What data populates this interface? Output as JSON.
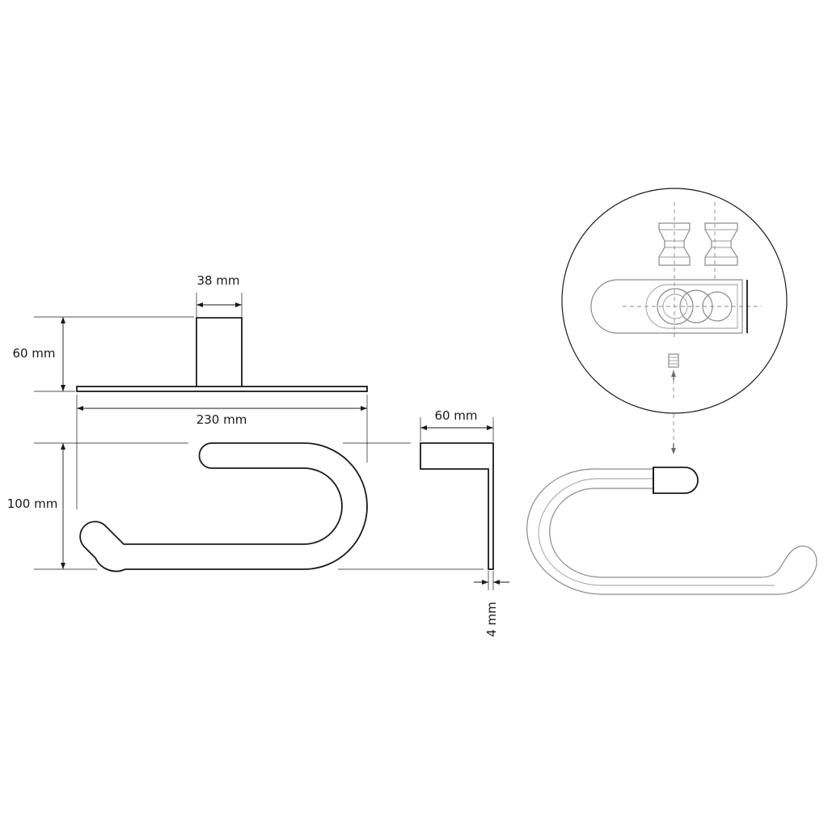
{
  "dimensions": {
    "base_width": "38 mm",
    "base_height": "60 mm",
    "total_width": "230 mm",
    "total_height": "100 mm",
    "depth": "60 mm",
    "thickness": "4 mm"
  },
  "colors": {
    "line": "#1a1a1a",
    "detail_line": "#8a8a8a",
    "background": "#ffffff"
  }
}
